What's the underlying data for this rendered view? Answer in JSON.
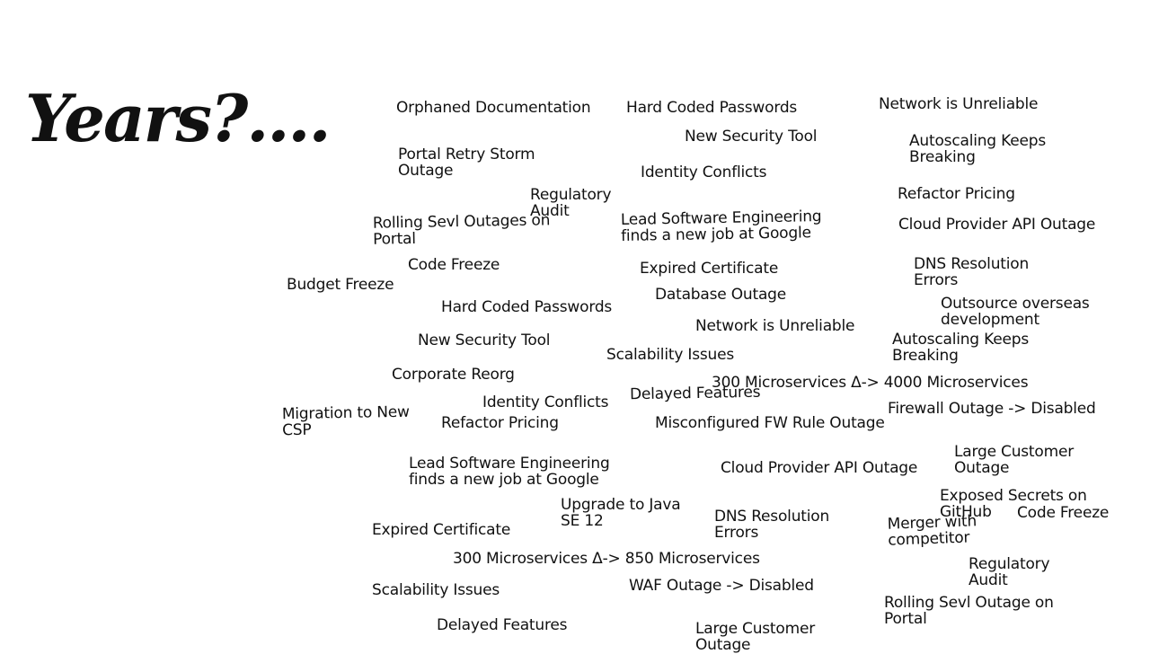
{
  "title": "Years?....",
  "notes": [
    [
      "Orphaned Documentation"
    ],
    [
      "Hard Coded Passwords"
    ],
    [
      "Network is Unreliable"
    ],
    [
      "New Security Tool"
    ],
    [
      "Portal Retry Storm",
      "Outage"
    ],
    [
      "Autoscaling Keeps",
      "Breaking"
    ],
    [
      "Identity Conflicts"
    ],
    [
      "Regulatory",
      "Audit"
    ],
    [
      "Refactor Pricing"
    ],
    [
      "Rolling Sevl Outages on",
      "Portal"
    ],
    [
      "Lead Software Engineering",
      "finds a new job at Google"
    ],
    [
      "Cloud Provider API Outage"
    ],
    [
      "Code Freeze"
    ],
    [
      "Expired Certificate"
    ],
    [
      "DNS Resolution",
      "Errors"
    ],
    [
      "Budget Freeze"
    ],
    [
      "Database Outage"
    ],
    [
      "Outsource overseas",
      "development"
    ],
    [
      "Hard Coded Passwords"
    ],
    [
      "Network is Unreliable"
    ],
    [
      "New Security Tool"
    ],
    [
      "Autoscaling Keeps",
      "Breaking"
    ],
    [
      "Scalability Issues"
    ],
    [
      "Corporate Reorg"
    ],
    [
      "300 Microservices Δ-> 4000 Microservices"
    ],
    [
      "Identity Conflicts"
    ],
    [
      "Delayed Features"
    ],
    [
      "Migration to New",
      "CSP"
    ],
    [
      "Firewall Outage -> Disabled"
    ],
    [
      "Refactor Pricing"
    ],
    [
      "Misconfigured FW Rule Outage"
    ],
    [
      "Large Customer",
      "Outage"
    ],
    [
      "Lead Software Engineering",
      "finds a new job at Google"
    ],
    [
      "Cloud Provider API Outage"
    ],
    [
      "Exposed Secrets on",
      "GitHub"
    ],
    [
      "Code Freeze"
    ],
    [
      "Upgrade to Java",
      "SE 12"
    ],
    [
      "DNS Resolution",
      "Errors"
    ],
    [
      "Merger with",
      "competitor"
    ],
    [
      "Expired Certificate"
    ],
    [
      "300 Microservices Δ-> 850 Microservices"
    ],
    [
      "Regulatory",
      "Audit"
    ],
    [
      "Scalability Issues"
    ],
    [
      "WAF Outage -> Disabled"
    ],
    [
      "Rolling Sevl Outage on",
      "Portal"
    ],
    [
      "Delayed Features"
    ],
    [
      "Large Customer",
      "Outage"
    ]
  ]
}
